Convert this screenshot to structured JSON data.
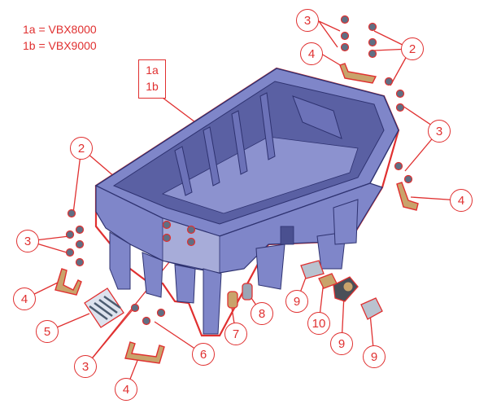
{
  "legend": {
    "line1": "1a = VBX8000",
    "line2": "1b = VBX9000"
  },
  "part_box": {
    "top": "1a",
    "bottom": "1b"
  },
  "callouts": {
    "c2_top_right": "2",
    "c3_top_right_upper": "3",
    "c4_top_right": "4",
    "c3_top_right_lower": "3",
    "c4_right": "4",
    "c2_left": "2",
    "c3_left": "3",
    "c4_left": "4",
    "c5": "5",
    "c3_bottom": "3",
    "c4_bottom": "4",
    "c6": "6",
    "c7": "7",
    "c8": "8",
    "c9_left": "9",
    "c10": "10",
    "c9_middle": "9",
    "c9_right": "9"
  },
  "colors": {
    "outline": "#e03030",
    "tub_fill": "#7f86c9",
    "tub_dark": "#5a60a3",
    "tub_light": "#a7acd9",
    "hardware_fill": "#c9a36b",
    "bolt_fill": "#5f6f84"
  }
}
